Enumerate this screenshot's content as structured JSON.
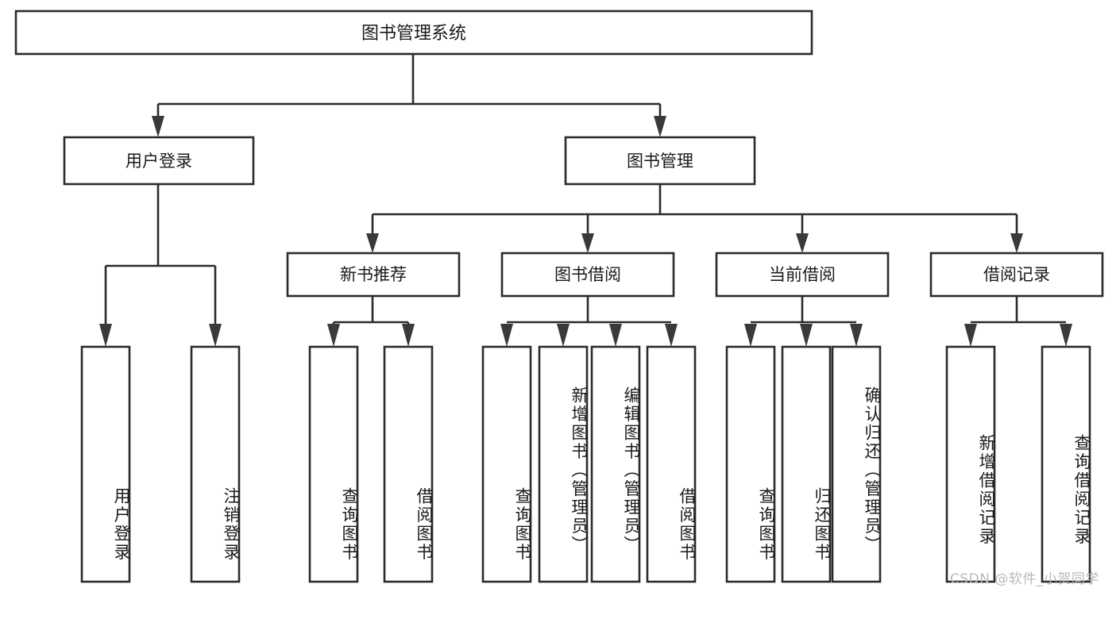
{
  "diagram": {
    "title": "图书管理系统",
    "type": "tree",
    "watermark": "CSDN @软件_小贺同学",
    "colors": {
      "box_stroke": "#2b2b2b",
      "box_fill": "#ffffff",
      "text": "#1a1a1a",
      "arrow": "#3a3a3a",
      "watermark": "#b9b9b9",
      "background": "#ffffff"
    },
    "root": {
      "label": "图书管理系统"
    },
    "level2": [
      {
        "label": "用户登录"
      },
      {
        "label": "图书管理"
      }
    ],
    "level3": [
      {
        "label": "新书推荐"
      },
      {
        "label": "图书借阅"
      },
      {
        "label": "当前借阅"
      },
      {
        "label": "借阅记录"
      }
    ],
    "leaves": {
      "user_login": [
        {
          "label": "用户登录"
        },
        {
          "label": "注销登录"
        }
      ],
      "new_book_recommend": [
        {
          "label": "查询图书"
        },
        {
          "label": "借阅图书"
        }
      ],
      "book_borrow": [
        {
          "label": "查询图书"
        },
        {
          "label": "新增图书（管理员）"
        },
        {
          "label": "编辑图书（管理员）"
        },
        {
          "label": "借阅图书"
        }
      ],
      "current_borrow": [
        {
          "label": "查询图书"
        },
        {
          "label": "归还图书"
        },
        {
          "label": "确认归还（管理员）"
        }
      ],
      "borrow_record": [
        {
          "label": "新增借阅记录"
        },
        {
          "label": "查询借阅记录"
        }
      ]
    }
  }
}
